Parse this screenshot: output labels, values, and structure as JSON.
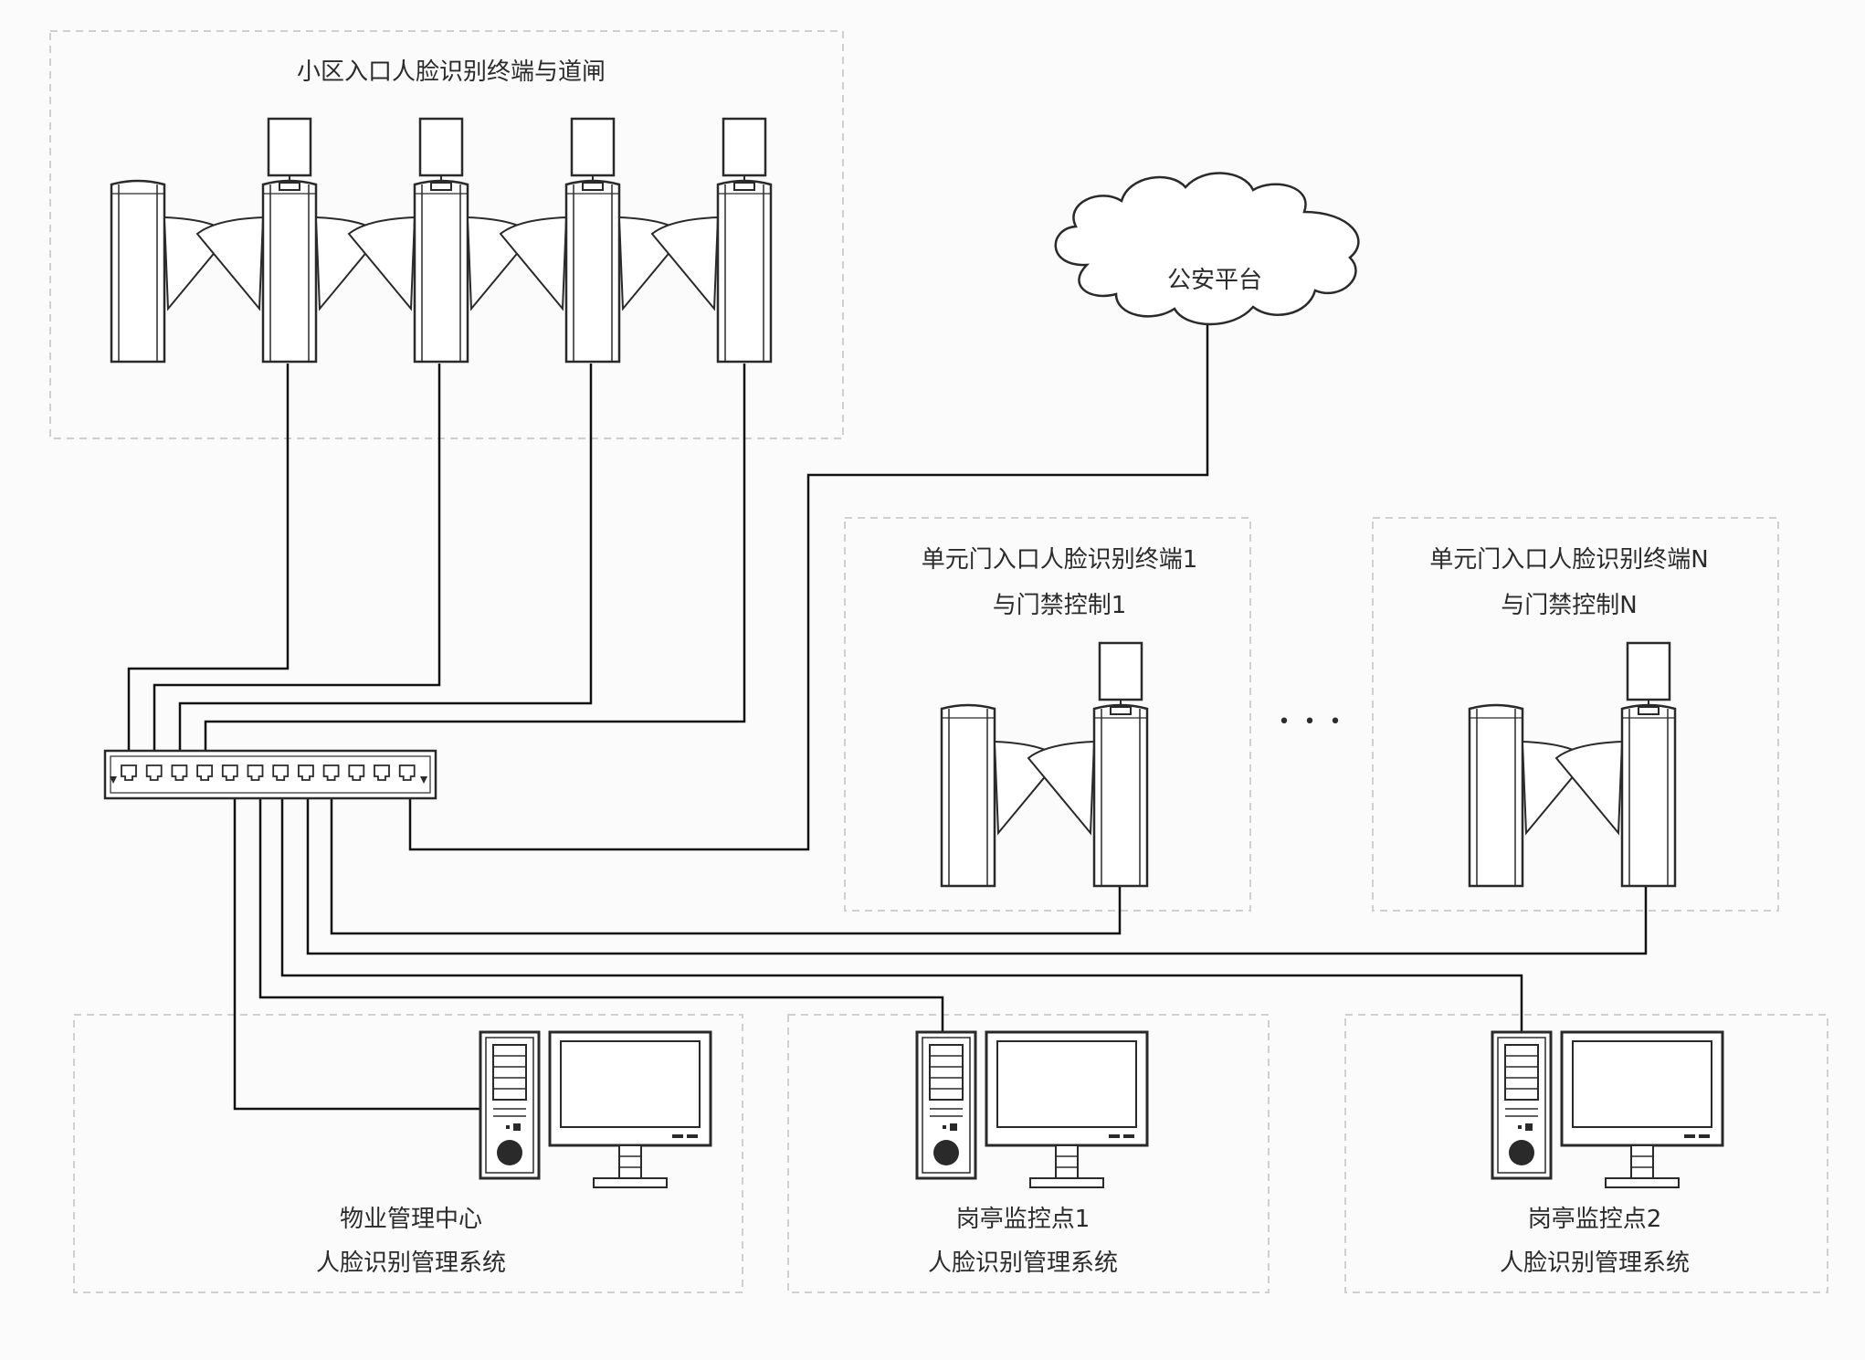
{
  "groups": {
    "community_entrance": {
      "title": "小区入口人脸识别终端与道闸"
    },
    "unit_door_1": {
      "title_line1": "单元门入口人脸识别终端1",
      "title_line2": "与门禁控制1"
    },
    "unit_door_n": {
      "title_line1": "单元门入口人脸识别终端N",
      "title_line2": "与门禁控制N"
    },
    "property_center": {
      "title_line1": "物业管理中心",
      "title_line2": "人脸识别管理系统"
    },
    "guard_post_1": {
      "title_line1": "岗亭监控点1",
      "title_line2": "人脸识别管理系统"
    },
    "guard_post_2": {
      "title_line1": "岗亭监控点2",
      "title_line2": "人脸识别管理系统"
    }
  },
  "cloud": {
    "label": "公安平台"
  },
  "ellipsis": "• • •",
  "switch": {
    "ports": 12
  },
  "colors": {
    "line": "#111111",
    "device_stroke": "#2a2a2a",
    "group_border": "#cfcfcf",
    "cloud_fill": "#ffffff"
  }
}
